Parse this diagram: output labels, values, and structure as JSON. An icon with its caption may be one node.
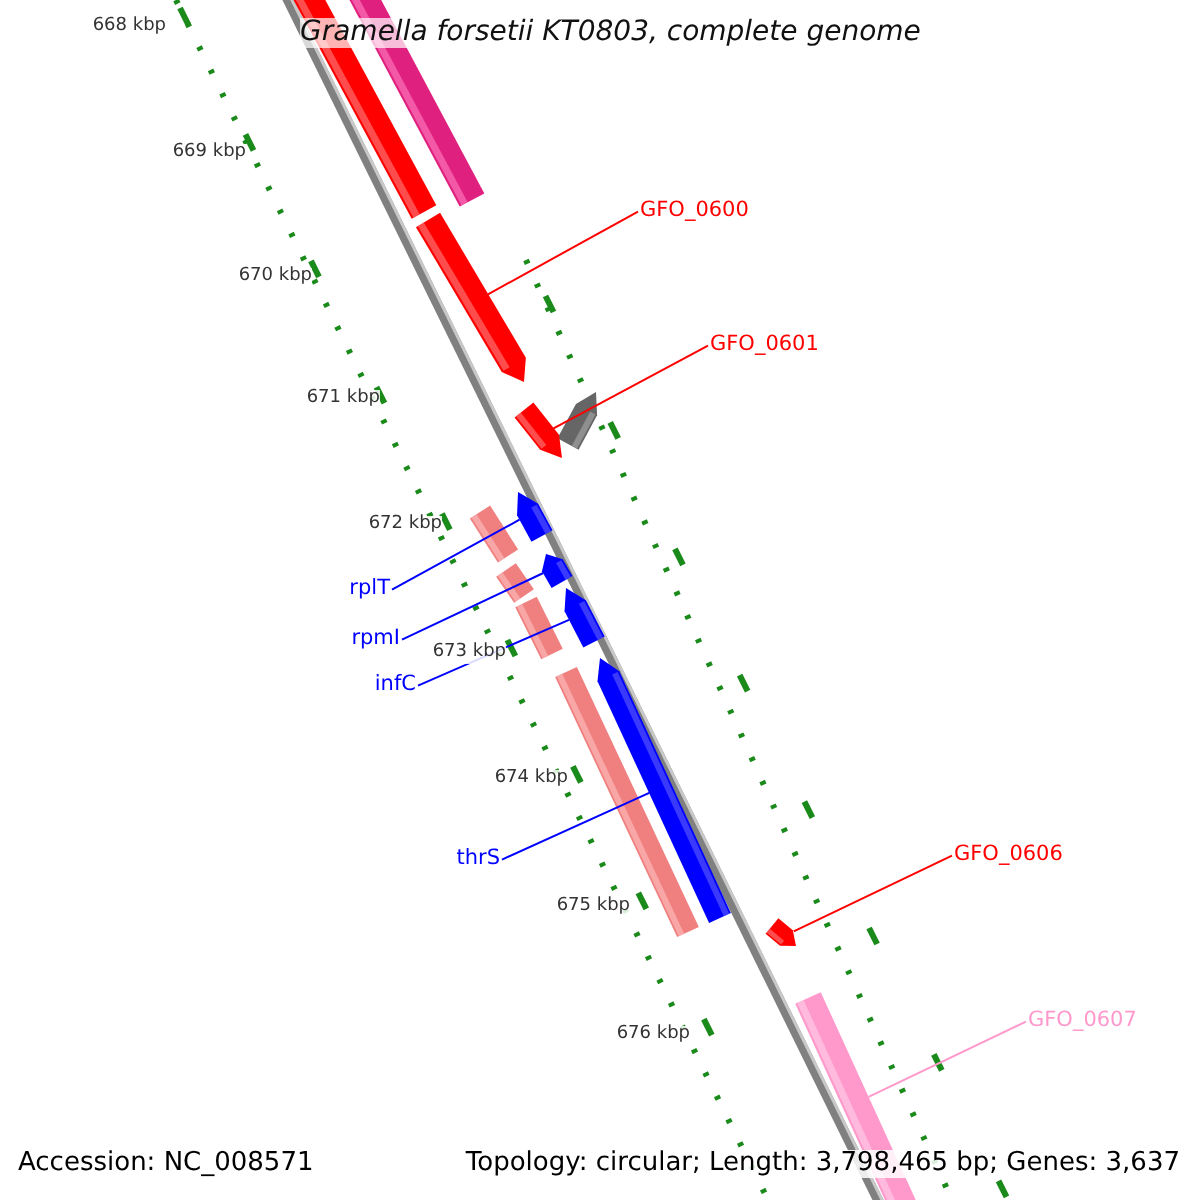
{
  "diagram": {
    "title": "Gramella forsetii KT0803, complete genome",
    "nodes": [
      {
        "text": [
          "GFO_0600"
        ]
      },
      {
        "text": [],
        "shape": "arrow"
      },
      {
        "text": [
          "GFO_0601"
        ]
      },
      {
        "text": [],
        "shape": "arrow"
      },
      {
        "text": [
          "rplT"
        ]
      },
      {
        "text": [],
        "shape": "arrow"
      },
      {
        "text": [
          "rpmI"
        ]
      },
      {
        "text": [],
        "shape": "arrow"
      },
      {
        "text": [
          "infC"
        ]
      },
      {
        "text": [],
        "shape": "arrow"
      },
      {
        "text": [
          "thrS"
        ]
      },
      {
        "text": [],
        "shape": "arrow"
      },
      {
        "text": [
          "GFO_0606"
        ]
      },
      {
        "text": [],
        "shape": "arrow"
      },
      {
        "text": [
          "GFO_0607"
        ]
      },
      {
        "text": [],
        "shape": "bar"
      }
    ],
    "edges": [
      {
        "from": 0,
        "to": 1,
        "arrow": "none",
        "color": "#ff0000"
      },
      {
        "from": 2,
        "to": 3,
        "arrow": "none",
        "color": "#ff0000"
      },
      {
        "from": 4,
        "to": 5,
        "arrow": "none"
      },
      {
        "from": 6,
        "to": 7,
        "arrow": "none"
      },
      {
        "from": 8,
        "to": 9,
        "arrow": "none"
      },
      {
        "from": 10,
        "to": 11,
        "arrow": "none"
      },
      {
        "from": 12,
        "to": 13,
        "arrow": "none",
        "color": "#ff0000"
      },
      {
        "from": 14,
        "to": 15,
        "arrow": "none",
        "color": "#ff99cc"
      }
    ],
    "labels": [
      "668 kbp",
      "669 kbp",
      "670 kbp",
      "671 kbp",
      "672 kbp",
      "673 kbp",
      "674 kbp",
      "675 kbp",
      "676 kbp",
      "Accession: NC_008571",
      "Topology: circular; Length: 3,798,465 bp; Genes: 3,637"
    ]
  }
}
